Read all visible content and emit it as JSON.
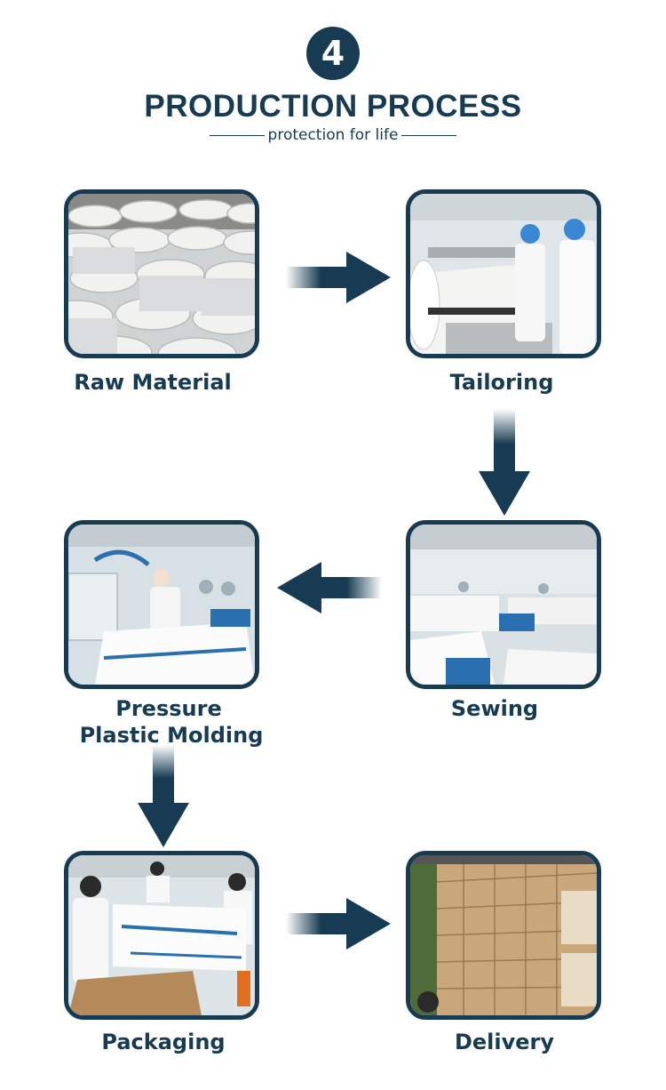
{
  "header": {
    "step_number": "4",
    "title": "PRODUCTION PROCESS",
    "subtitle": "protection for life"
  },
  "steps": [
    {
      "label": "Raw Material"
    },
    {
      "label": "Tailoring"
    },
    {
      "label": "Sewing"
    },
    {
      "label_line1": "Pressure",
      "label_line2": "Plastic Molding"
    },
    {
      "label": "Packaging"
    },
    {
      "label": "Delivery"
    }
  ],
  "colors": {
    "accent": "#173b52",
    "background": "#ffffff"
  },
  "icons": [
    "arrow-right-icon",
    "arrow-down-icon",
    "arrow-left-icon"
  ]
}
